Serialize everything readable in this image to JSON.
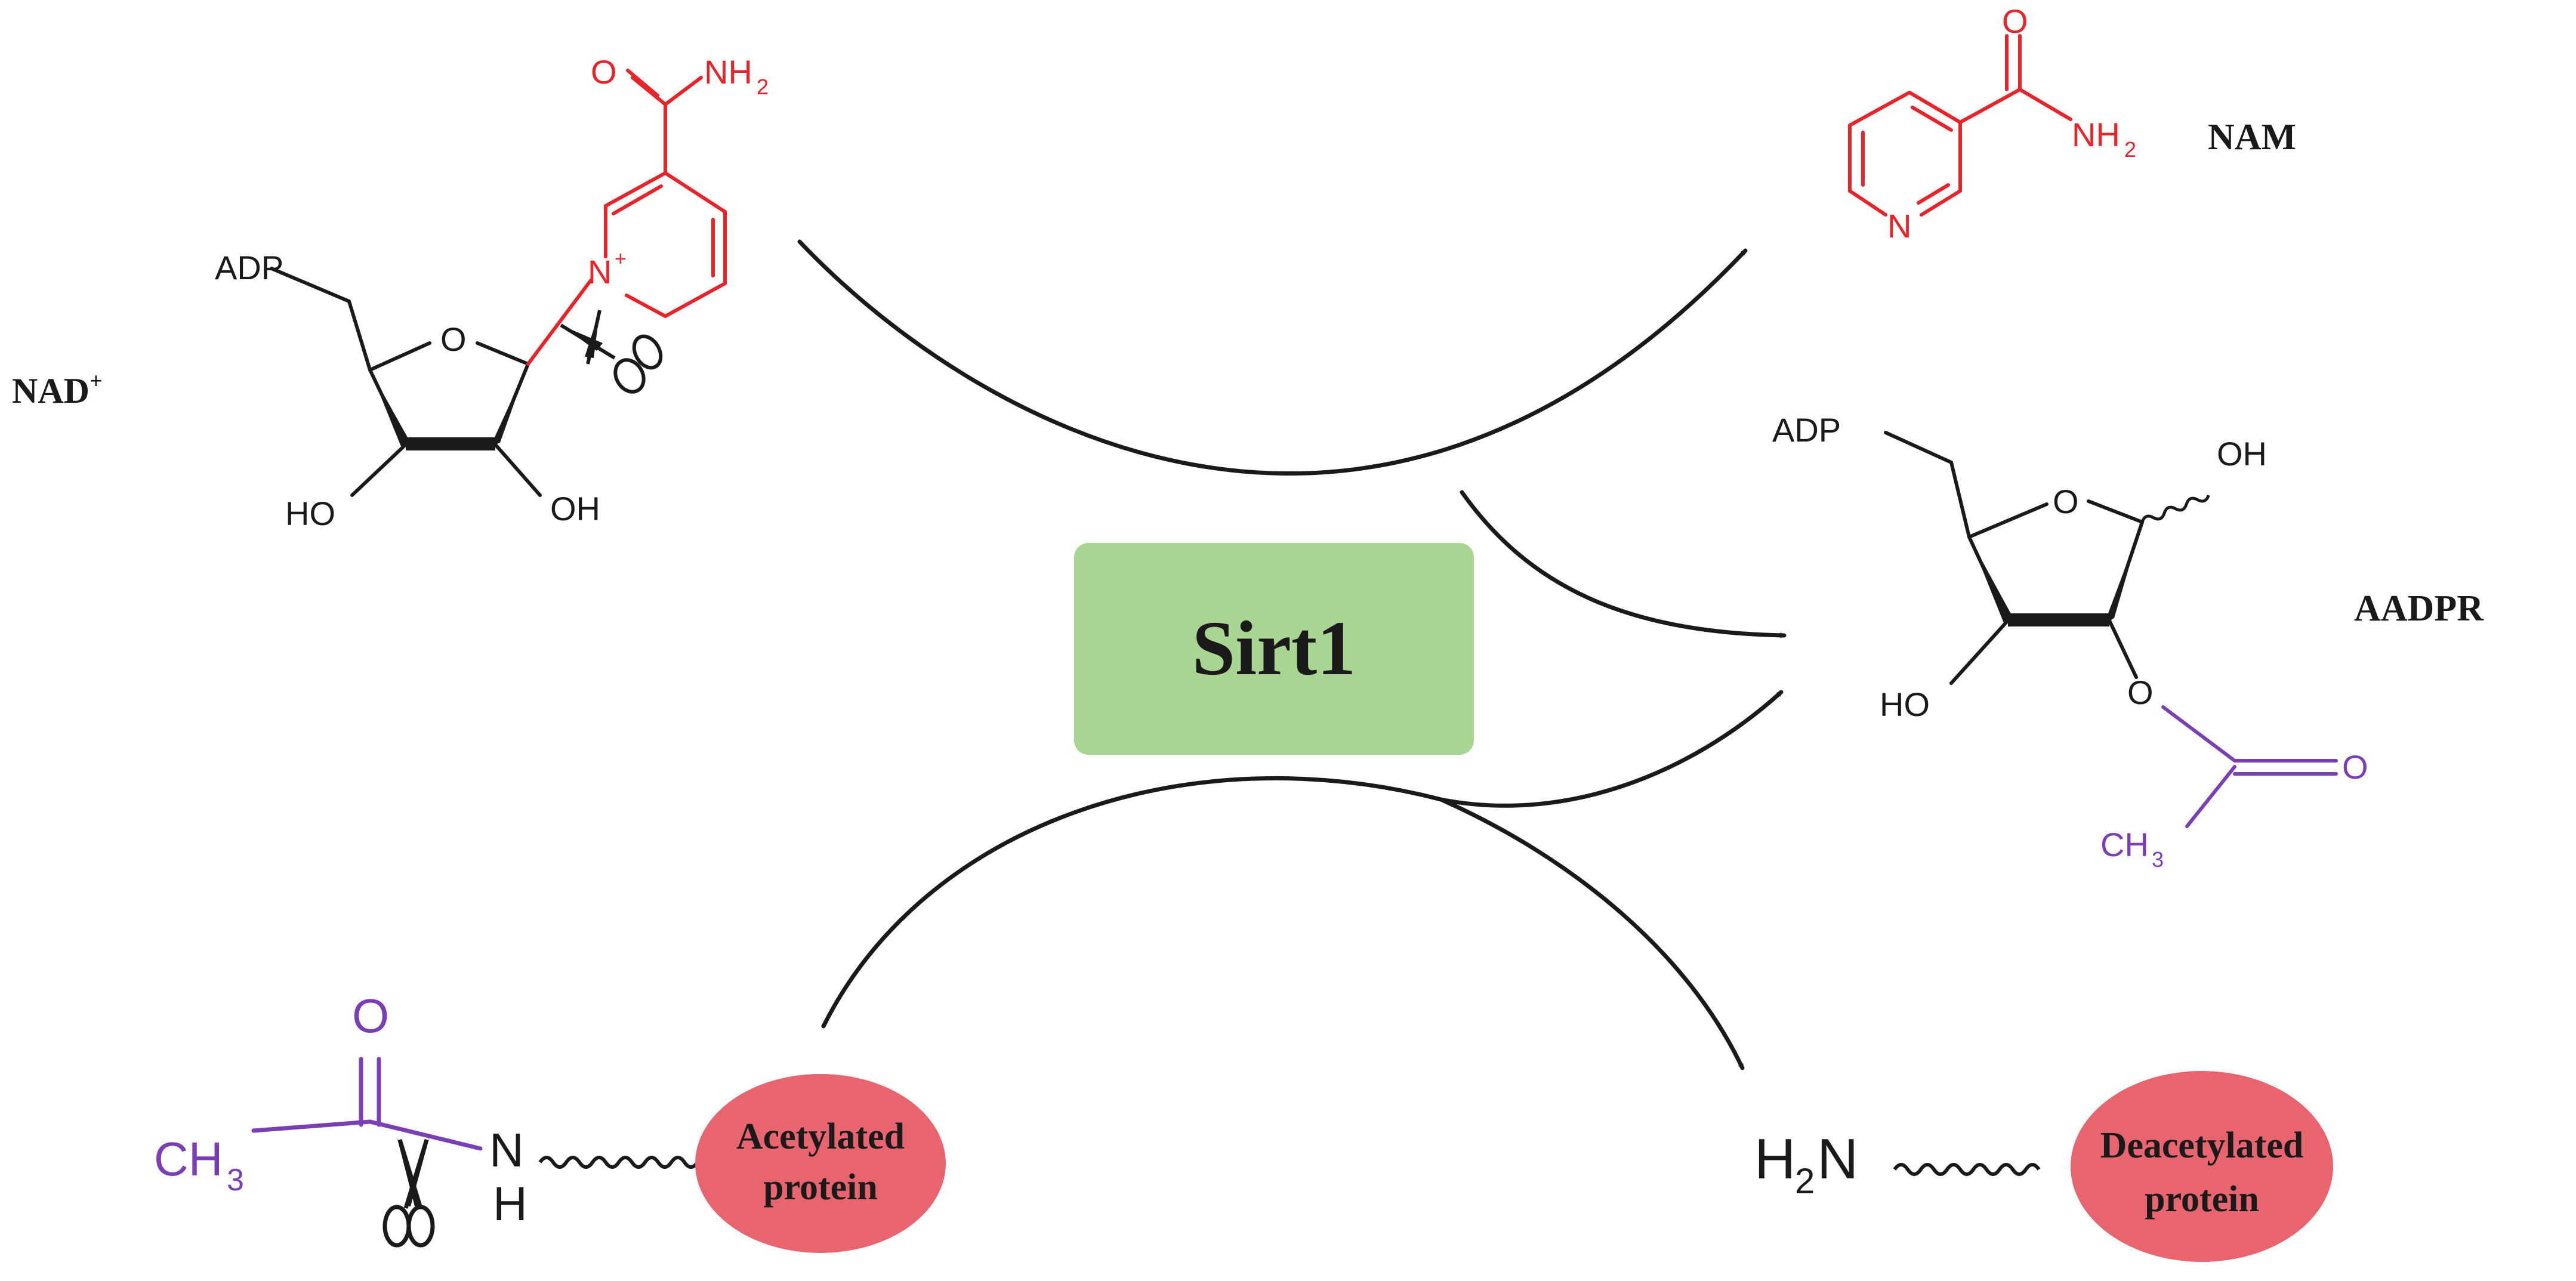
{
  "colors": {
    "black": "#1a1a1a",
    "red": "#e8232a",
    "purple": "#7b3fb5",
    "enzyme_box": "#a9d592",
    "protein": "#e8646f"
  },
  "labels": {
    "nad": "NAD",
    "nad_sup": "+",
    "nam": "NAM",
    "aadpr": "AADPR",
    "enzyme": "Sirt1",
    "acetylated_line1": "Acetylated",
    "acetylated_line2": "protein",
    "deacetylated_line1": "Deacetylated",
    "deacetylated_line2": "protein"
  },
  "atoms": {
    "adp": "ADP",
    "o": "O",
    "oh": "OH",
    "ho": "HO",
    "n": "N",
    "n_plus": "N",
    "plus": "+",
    "h": "H",
    "nh": "NH",
    "h2": "2",
    "ch": "CH",
    "three": "3",
    "h2n_h": "H",
    "h2n_n": "N"
  },
  "icons": {
    "scissors": "scissors-icon",
    "arrow": "arrow-head-icon"
  }
}
